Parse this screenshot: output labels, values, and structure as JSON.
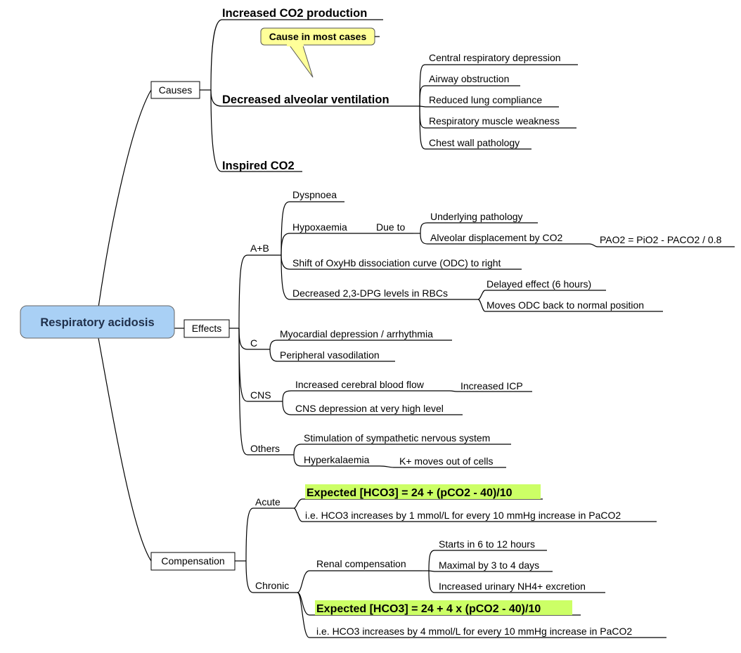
{
  "root": {
    "label": "Respiratory acidosis",
    "color": "#a9d0f5"
  },
  "causes": {
    "label": "Causes",
    "items": [
      "Increased CO2 production",
      "Decreased alveolar ventilation",
      "Inspired CO2"
    ],
    "callout": {
      "label": "Cause in most cases",
      "color": "#ffff99"
    },
    "ventilation_causes": [
      "Central respiratory depression",
      "Airway obstruction",
      "Reduced lung compliance",
      "Respiratory muscle weakness",
      "Chest wall pathology"
    ]
  },
  "effects": {
    "label": "Effects",
    "ab": {
      "label": "A+B",
      "dyspnoea": "Dyspnoea",
      "hypoxaemia": "Hypoxaemia",
      "due_to": "Due to",
      "underlying": "Underlying pathology",
      "alveolar": "Alveolar displacement by CO2",
      "equation": "PAO2 = PiO2 - PACO2 / 0.8",
      "shift": "Shift of OxyHb dissociation curve (ODC) to right",
      "dpg": "Decreased 2,3-DPG levels in RBCs",
      "delayed": "Delayed effect (6 hours)",
      "moves": "Moves ODC back to normal position"
    },
    "c": {
      "label": "C",
      "myocardial": "Myocardial depression / arrhythmia",
      "vasodilation": "Peripheral vasodilation"
    },
    "cns": {
      "label": "CNS",
      "cbf": "Increased cerebral blood flow",
      "icp": "Increased ICP",
      "depression": "CNS depression at very high level"
    },
    "others": {
      "label": "Others",
      "sympathetic": "Stimulation of sympathetic nervous system",
      "hyperk": "Hyperkalaemia",
      "kplus": "K+ moves out of cells"
    }
  },
  "compensation": {
    "label": "Compensation",
    "highlight_color": "#ccff66",
    "acute": {
      "label": "Acute",
      "formula": "Expected [HCO3] = 24 + (pCO2 - 40)/10",
      "note": "i.e. HCO3 increases by 1 mmol/L for every 10 mmHg increase in PaCO2"
    },
    "chronic": {
      "label": "Chronic",
      "renal": "Renal compensation",
      "starts": "Starts in 6 to 12 hours",
      "maximal": "Maximal by 3 to 4 days",
      "nh4": "Increased urinary NH4+ excretion",
      "formula": "Expected [HCO3] = 24 + 4 x (pCO2 - 40)/10",
      "note": "i.e. HCO3 increases by 4 mmol/L for every 10 mmHg increase in PaCO2"
    }
  }
}
